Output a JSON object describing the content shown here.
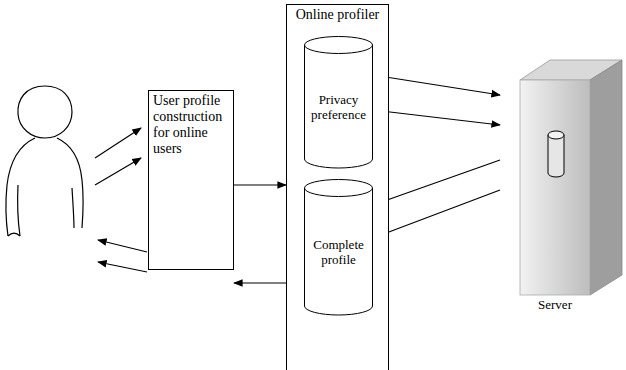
{
  "diagram": {
    "nodes": [
      {
        "text": [
          "User profile construction for online users"
        ]
      },
      {
        "text": [
          "Online profiler"
        ]
      },
      {
        "text": [
          "Privacy preference"
        ],
        "in": 1
      },
      {
        "text": [
          "Complete profile"
        ],
        "in": 1
      },
      {
        "text": [
          "Server"
        ]
      }
    ],
    "edges": [
      {
        "from": 0,
        "to": 1,
        "arrow": "to"
      },
      {
        "from": 1,
        "to": 0,
        "arrow": "to"
      },
      {
        "from": 2,
        "to": 4,
        "arrow": "to"
      },
      {
        "from": 2,
        "to": 4,
        "arrow": "to"
      },
      {
        "from": 4,
        "to": 3,
        "arrow": "to"
      },
      {
        "from": 4,
        "to": 3,
        "arrow": "to"
      }
    ]
  }
}
